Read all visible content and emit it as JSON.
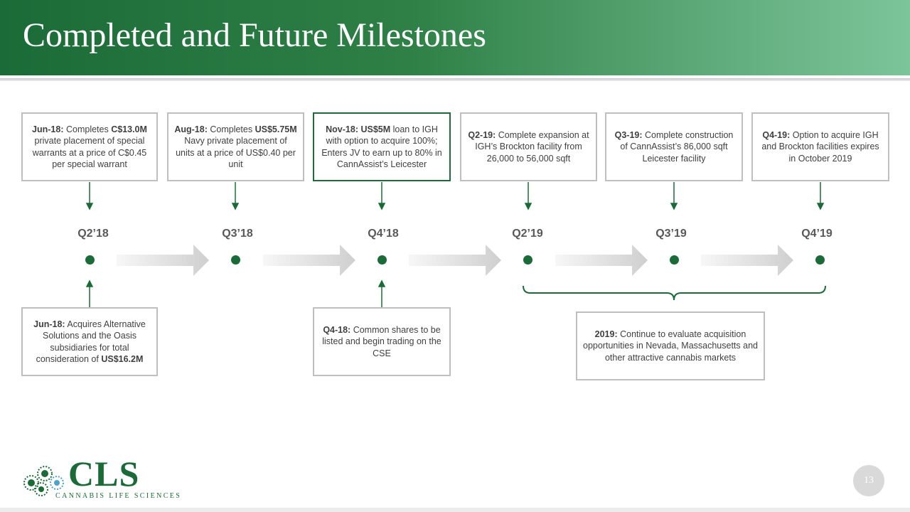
{
  "title": "Completed and Future Milestones",
  "quarters": [
    "Q2’18",
    "Q3’18",
    "Q4’18",
    "Q2’19",
    "Q3’19",
    "Q4’19"
  ],
  "top_boxes": [
    {
      "lead": "Jun-18:",
      "parts": [
        " Completes ",
        "C$13.0M",
        " private placement of special warrants at a price of C$0.45 per special warrant"
      ]
    },
    {
      "lead": "Aug-18:",
      "parts": [
        " Completes ",
        "US$5.75M",
        " Navy private placement of units at a price of US$0.40 per unit"
      ]
    },
    {
      "lead": "Nov-18:",
      "parts": [
        " ",
        "US$5M",
        " loan to IGH with option to acquire 100%; Enters JV to earn up to 80% in CannAssist’s Leicester"
      ]
    },
    {
      "lead": "Q2-19:",
      "parts": [
        " Complete expansion at IGH’s Brockton facility from 26,000 to 56,000 sqft"
      ]
    },
    {
      "lead": "Q3-19:",
      "parts": [
        " Complete construction of CannAssist’s 86,000 sqft Leicester facility"
      ]
    },
    {
      "lead": "Q4-19:",
      "parts": [
        " Option to acquire IGH and Brockton facilities expires in October 2019"
      ]
    }
  ],
  "bottom_boxes": [
    {
      "lead": "Jun-18:",
      "parts": [
        " Acquires Alternative Solutions and the Oasis subsidiaries for total consideration of ",
        "US$16.2M"
      ]
    },
    {
      "lead": "Q4-18:",
      "parts": [
        " Common shares to be listed and begin trading on the CSE"
      ]
    },
    {
      "lead": "2019:",
      "parts": [
        " Continue to evaluate acquisition opportunities in Nevada, Massachusetts and other attractive cannabis markets"
      ]
    }
  ],
  "logo": {
    "name": "CLS",
    "tagline": "CANNABIS LIFE SCIENCES"
  },
  "page_number": "13",
  "colors": {
    "brand_green": "#1b6b38",
    "box_border": "#bfbfbf"
  }
}
